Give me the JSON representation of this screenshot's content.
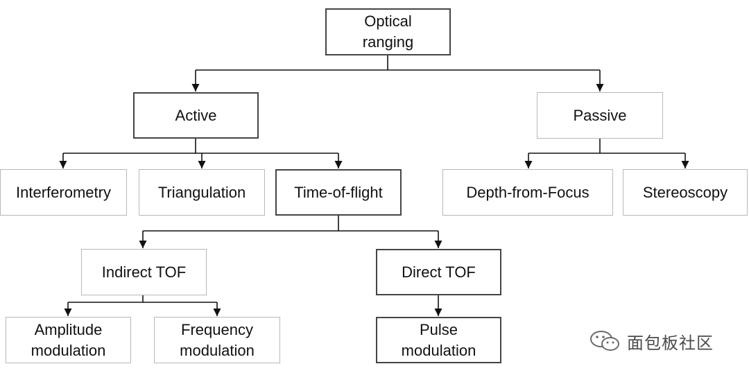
{
  "nodes": {
    "optical_ranging": "Optical\nranging",
    "active": "Active",
    "passive": "Passive",
    "interferometry": "Interferometry",
    "triangulation": "Triangulation",
    "time_of_flight": "Time-of-flight",
    "depth_from_focus": "Depth-from-Focus",
    "stereoscopy": "Stereoscopy",
    "indirect_tof": "Indirect TOF",
    "direct_tof": "Direct TOF",
    "amplitude_modulation": "Amplitude\nmodulation",
    "frequency_modulation": "Frequency\nmodulation",
    "pulse_modulation": "Pulse\nmodulation"
  },
  "watermark": {
    "text": "面包板社区",
    "icon": "wechat-icon"
  },
  "colors": {
    "line": "#111111",
    "border_dark": "#444444",
    "border_light": "#b8b8b8"
  }
}
